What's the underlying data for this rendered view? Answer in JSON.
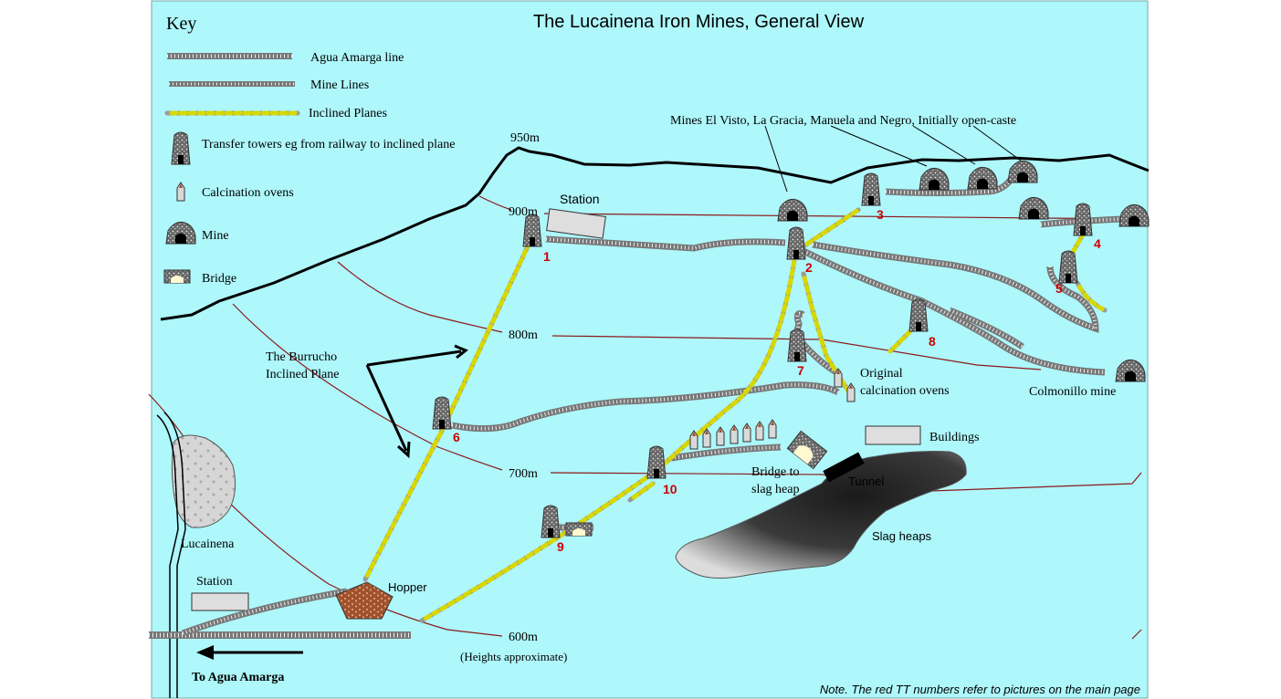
{
  "title": "The Lucainena Iron Mines, General View",
  "key": {
    "heading": "Key",
    "items": [
      {
        "label": "Agua Amarga line",
        "icon": "agua-amarga-line-icon"
      },
      {
        "label": "Mine Lines",
        "icon": "mine-line-icon"
      },
      {
        "label": "Inclined Planes",
        "icon": "inclined-plane-icon"
      },
      {
        "label": "Transfer towers eg from railway to inclined plane",
        "icon": "transfer-tower-icon"
      },
      {
        "label": "Calcination ovens",
        "icon": "calcination-oven-icon"
      },
      {
        "label": "Mine",
        "icon": "mine-icon"
      },
      {
        "label": "Bridge",
        "icon": "bridge-icon"
      }
    ]
  },
  "contours": [
    "950m",
    "900m",
    "800m",
    "700m",
    "600m"
  ],
  "labels": {
    "mines_top": "Mines El Visto, La Gracia, Manuela and Negro, Initially open-caste",
    "station_top": "Station",
    "burrucho_1": "The Burrucho",
    "burrucho_2": "Inclined Plane",
    "original_ovens_1": "Original",
    "original_ovens_2": "calcination ovens",
    "colmonillo": "Colmonillo mine",
    "buildings": "Buildings",
    "bridge_slag_1": "Bridge to",
    "bridge_slag_2": "slag heap",
    "tunnel": "Tunnel",
    "slag_heaps": "Slag heaps",
    "lucainena": "Lucainena",
    "station_bottom": "Station",
    "hopper": "Hopper",
    "heights": "(Heights approximate)",
    "to_agua_amarga": "To Agua Amarga",
    "note": "Note. The red TT numbers refer to pictures on the main page"
  },
  "tower_numbers": [
    "1",
    "2",
    "3",
    "4",
    "5",
    "6",
    "7",
    "8",
    "9",
    "10"
  ],
  "colors": {
    "background": "#aef7fb",
    "contour": "#8b1a1a",
    "ridge": "#000000",
    "tower_number": "#cc0000",
    "rail": "#6f6f6f",
    "incline_dash": "#c8c800"
  }
}
